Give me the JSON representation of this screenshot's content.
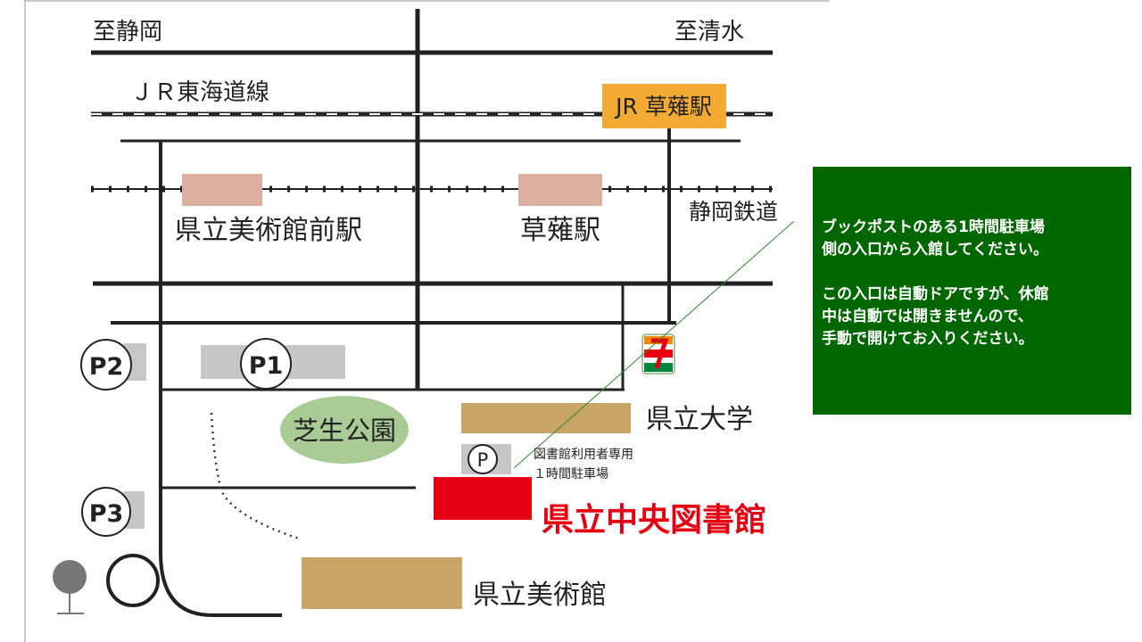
{
  "directions": {
    "shizuoka": "至静岡",
    "shimizu": "至清水"
  },
  "railways": {
    "jr_line": "ＪＲ東海道線",
    "jr_station": "JR 草薙駅",
    "shizutetsu_line": "静岡鉄道",
    "station_museum_mae": "県立美術館前駅",
    "station_kusanagi": "草薙駅"
  },
  "parking": {
    "p1": "P1",
    "p2": "P2",
    "p3": "P3",
    "p": "P",
    "library_lot_line1": "図書館利用者専用",
    "library_lot_line2": "１時間駐車場"
  },
  "places": {
    "park": "芝生公園",
    "university": "県立大学",
    "library": "県立中央図書館",
    "museum": "県立美術館"
  },
  "notice": {
    "paragraph1": "ブックポストのある1時間駐車場\n側の入口から入館してください。",
    "paragraph2": "この入口は自動ドアですが、休館\n中は自動では開きませんので、\n手動で開けてお入りください。"
  },
  "colors": {
    "library": "#e50012",
    "station_box": "#dcb0a0",
    "jr_station_box": "#f2aa33",
    "building": "#c8a466",
    "park": "#a9cc96",
    "parking_area": "#c6c6c6",
    "notice_bg": "#006600"
  },
  "icons": [
    "seven-eleven-icon",
    "traffic-sign-icon"
  ]
}
